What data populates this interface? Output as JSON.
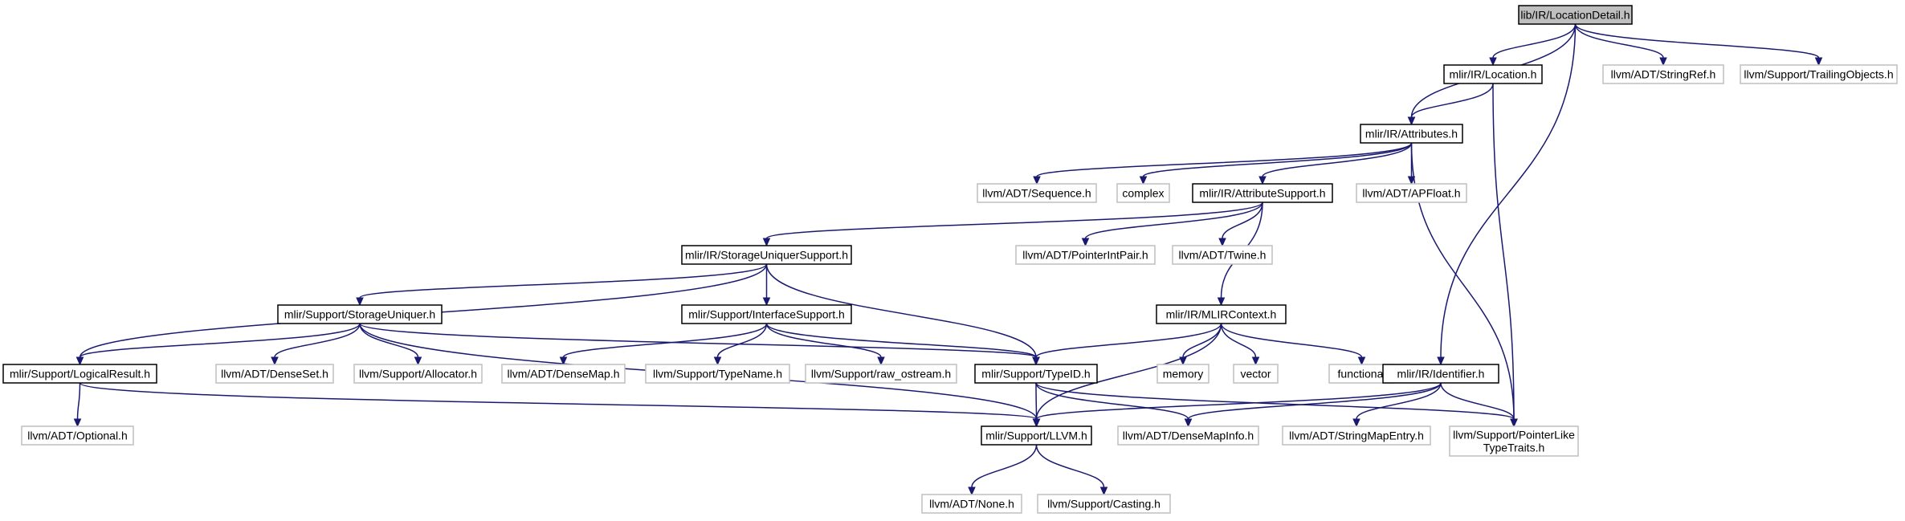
{
  "diagram": {
    "colors": {
      "edge": "#191970",
      "root_fill": "#bfbfbf",
      "root_border": "#000000",
      "internal_border": "#000000",
      "external_border": "#bfbfbf",
      "fill": "#ffffff"
    },
    "nodes": [
      {
        "id": "root",
        "kind": "root",
        "lines": [
          "lib/IR/LocationDetail.h"
        ]
      },
      {
        "id": "location",
        "kind": "internal",
        "lines": [
          "mlir/IR/Location.h"
        ]
      },
      {
        "id": "stringref",
        "kind": "external",
        "lines": [
          "llvm/ADT/StringRef.h"
        ]
      },
      {
        "id": "trailing",
        "kind": "external",
        "lines": [
          "llvm/Support/TrailingObjects.h"
        ]
      },
      {
        "id": "attributes",
        "kind": "internal",
        "lines": [
          "mlir/IR/Attributes.h"
        ]
      },
      {
        "id": "sequence",
        "kind": "external",
        "lines": [
          "llvm/ADT/Sequence.h"
        ]
      },
      {
        "id": "complex",
        "kind": "external",
        "lines": [
          "complex"
        ]
      },
      {
        "id": "attrsupport",
        "kind": "internal",
        "lines": [
          "mlir/IR/AttributeSupport.h"
        ]
      },
      {
        "id": "apfloat",
        "kind": "external",
        "lines": [
          "llvm/ADT/APFloat.h"
        ]
      },
      {
        "id": "suniqsupport",
        "kind": "internal",
        "lines": [
          "mlir/IR/StorageUniquerSupport.h"
        ]
      },
      {
        "id": "ptrintpair",
        "kind": "external",
        "lines": [
          "llvm/ADT/PointerIntPair.h"
        ]
      },
      {
        "id": "twine",
        "kind": "external",
        "lines": [
          "llvm/ADT/Twine.h"
        ]
      },
      {
        "id": "suniquer",
        "kind": "internal",
        "lines": [
          "mlir/Support/StorageUniquer.h"
        ]
      },
      {
        "id": "ifacesupport",
        "kind": "internal",
        "lines": [
          "mlir/Support/InterfaceSupport.h"
        ]
      },
      {
        "id": "mlircontext",
        "kind": "internal",
        "lines": [
          "mlir/IR/MLIRContext.h"
        ]
      },
      {
        "id": "logicalresult",
        "kind": "internal",
        "lines": [
          "mlir/Support/LogicalResult.h"
        ]
      },
      {
        "id": "denseset",
        "kind": "external",
        "lines": [
          "llvm/ADT/DenseSet.h"
        ]
      },
      {
        "id": "allocator",
        "kind": "external",
        "lines": [
          "llvm/Support/Allocator.h"
        ]
      },
      {
        "id": "densemap",
        "kind": "external",
        "lines": [
          "llvm/ADT/DenseMap.h"
        ]
      },
      {
        "id": "typename",
        "kind": "external",
        "lines": [
          "llvm/Support/TypeName.h"
        ]
      },
      {
        "id": "rawostream",
        "kind": "external",
        "lines": [
          "llvm/Support/raw_ostream.h"
        ]
      },
      {
        "id": "typeid",
        "kind": "internal",
        "lines": [
          "mlir/Support/TypeID.h"
        ]
      },
      {
        "id": "memory",
        "kind": "external",
        "lines": [
          "memory"
        ]
      },
      {
        "id": "vector",
        "kind": "external",
        "lines": [
          "vector"
        ]
      },
      {
        "id": "functional",
        "kind": "external",
        "lines": [
          "functional"
        ]
      },
      {
        "id": "identifier",
        "kind": "internal",
        "lines": [
          "mlir/IR/Identifier.h"
        ]
      },
      {
        "id": "optional",
        "kind": "external",
        "lines": [
          "llvm/ADT/Optional.h"
        ]
      },
      {
        "id": "llvmh",
        "kind": "internal",
        "lines": [
          "mlir/Support/LLVM.h"
        ]
      },
      {
        "id": "densemapinfo",
        "kind": "external",
        "lines": [
          "llvm/ADT/DenseMapInfo.h"
        ]
      },
      {
        "id": "stringmapentry",
        "kind": "external",
        "lines": [
          "llvm/ADT/StringMapEntry.h"
        ]
      },
      {
        "id": "ptrliketraits",
        "kind": "external",
        "lines": [
          "llvm/Support/PointerLike",
          "TypeTraits.h"
        ]
      },
      {
        "id": "none",
        "kind": "external",
        "lines": [
          "llvm/ADT/None.h"
        ]
      },
      {
        "id": "casting",
        "kind": "external",
        "lines": [
          "llvm/Support/Casting.h"
        ]
      }
    ],
    "edges": [
      [
        "root",
        "attributes"
      ],
      [
        "root",
        "location"
      ],
      [
        "root",
        "identifier"
      ],
      [
        "root",
        "stringref"
      ],
      [
        "root",
        "trailing"
      ],
      [
        "location",
        "attributes"
      ],
      [
        "location",
        "ptrliketraits"
      ],
      [
        "attributes",
        "sequence"
      ],
      [
        "attributes",
        "complex"
      ],
      [
        "attributes",
        "attrsupport"
      ],
      [
        "attributes",
        "apfloat"
      ],
      [
        "attributes",
        "ptrliketraits"
      ],
      [
        "attrsupport",
        "suniqsupport"
      ],
      [
        "attrsupport",
        "ptrintpair"
      ],
      [
        "attrsupport",
        "twine"
      ],
      [
        "attrsupport",
        "mlircontext"
      ],
      [
        "suniqsupport",
        "logicalresult"
      ],
      [
        "suniqsupport",
        "suniquer"
      ],
      [
        "suniqsupport",
        "ifacesupport"
      ],
      [
        "suniqsupport",
        "typeid"
      ],
      [
        "suniquer",
        "logicalresult"
      ],
      [
        "suniquer",
        "denseset"
      ],
      [
        "suniquer",
        "allocator"
      ],
      [
        "suniquer",
        "typeid"
      ],
      [
        "suniquer",
        "llvmh"
      ],
      [
        "ifacesupport",
        "densemap"
      ],
      [
        "ifacesupport",
        "typename"
      ],
      [
        "ifacesupport",
        "rawostream"
      ],
      [
        "ifacesupport",
        "typeid"
      ],
      [
        "mlircontext",
        "typeid"
      ],
      [
        "mlircontext",
        "llvmh"
      ],
      [
        "mlircontext",
        "memory"
      ],
      [
        "mlircontext",
        "vector"
      ],
      [
        "mlircontext",
        "functional"
      ],
      [
        "logicalresult",
        "optional"
      ],
      [
        "logicalresult",
        "llvmh"
      ],
      [
        "typeid",
        "llvmh"
      ],
      [
        "typeid",
        "densemapinfo"
      ],
      [
        "typeid",
        "ptrliketraits"
      ],
      [
        "identifier",
        "llvmh"
      ],
      [
        "identifier",
        "densemapinfo"
      ],
      [
        "identifier",
        "stringmapentry"
      ],
      [
        "identifier",
        "ptrliketraits"
      ],
      [
        "llvmh",
        "none"
      ],
      [
        "llvmh",
        "casting"
      ]
    ]
  }
}
